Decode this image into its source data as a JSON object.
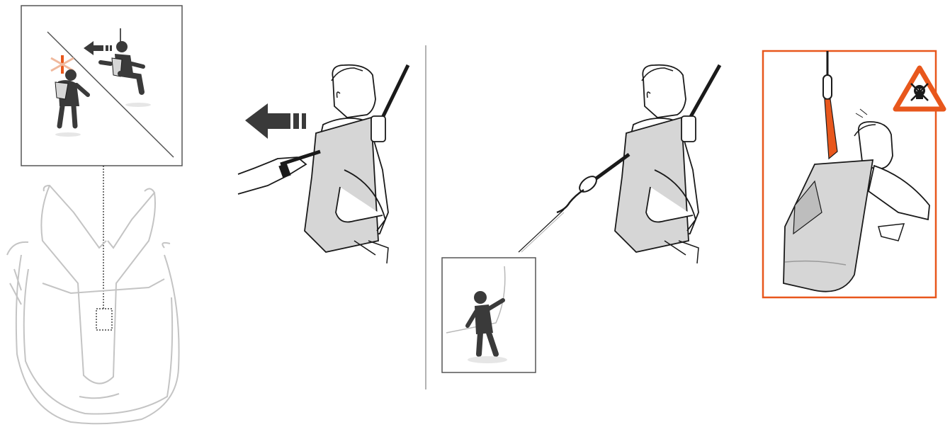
{
  "colors": {
    "background": "#ffffff",
    "outline": "#1a1a1a",
    "silhouette": "#3a3a3a",
    "harness_fill": "#d6d6d6",
    "ghost_line": "#c4c4c4",
    "warning_orange": "#e8571c",
    "lanyard_orange": "#e8571c",
    "frame_gray": "#555555",
    "divider": "#9a9a9a"
  },
  "icons": {
    "pull_arrow": "left-arrow-icon",
    "danger": "skull-crossbones-warning-icon",
    "release_pull": "pull-release-arrow-icon"
  },
  "panels": [
    {
      "id": "overview",
      "shows": "rescue-seat-harness-with-release-location"
    },
    {
      "id": "step-pull-release",
      "shows": "hand-pulling-release-strap"
    },
    {
      "id": "step-lowering",
      "shows": "person-lowered-by-rope-with-rescuer-inset"
    },
    {
      "id": "warning",
      "shows": "suspension-danger-warning"
    }
  ]
}
